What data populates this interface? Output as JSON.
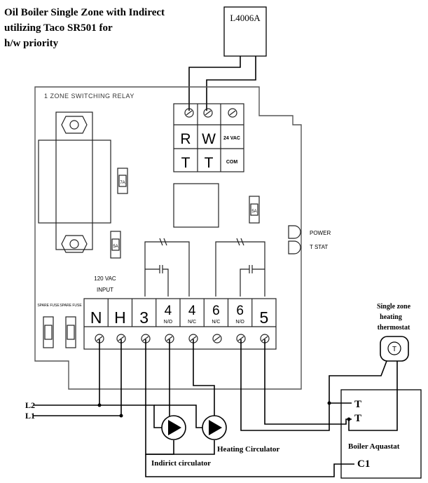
{
  "title": {
    "line1": "Oil Boiler Single Zone with Indirect",
    "line2": "utilizing Taco SR501 for",
    "line3": "h/w priority"
  },
  "aquastat_label": "L4006A",
  "relay": {
    "title": "1 ZONE SWITCHING RELAY",
    "top_terminals": [
      "R",
      "W",
      "24 VAC",
      "T",
      "T",
      "COM"
    ],
    "fuse_labels": [
      "7A",
      "5A",
      "5A"
    ],
    "power_label": "POWER",
    "tstat_label": "T  STAT",
    "vac_label": "120 VAC",
    "input_label": "INPUT",
    "spare_fuse": "SPARE FUSE",
    "bottom_terminals": [
      {
        "main": "N",
        "sub": ""
      },
      {
        "main": "H",
        "sub": ""
      },
      {
        "main": "3",
        "sub": ""
      },
      {
        "main": "4",
        "sub": "N/O"
      },
      {
        "main": "4",
        "sub": "N/C"
      },
      {
        "main": "6",
        "sub": "N/C"
      },
      {
        "main": "6",
        "sub": "N/O"
      },
      {
        "main": "5",
        "sub": ""
      }
    ]
  },
  "line_labels": [
    "L2",
    "L1"
  ],
  "thermostat": {
    "label_line1": "Single zone",
    "label_line2": "heating",
    "label_line3": "thermostat",
    "symbol": "T"
  },
  "boiler_aquastat": {
    "label": "Boiler Aquastat",
    "terminals": [
      "T",
      "T",
      "C1"
    ]
  },
  "circulators": {
    "heating": "Heating Circulator",
    "indirect": "Indirict circulator"
  }
}
